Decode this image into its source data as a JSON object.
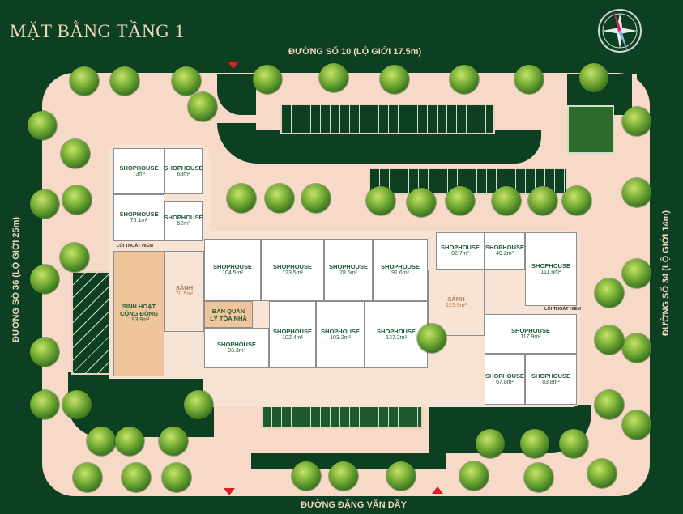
{
  "title": "MẶT BẰNG TẦNG 1",
  "roads": {
    "top": "ĐƯỜNG SỐ 10 (LỘ GIỚI 17.5m)",
    "bottom": "ĐƯỜNG ĐẶNG VĂN DẦY",
    "left": "ĐƯỜNG SỐ 36 (LỘ GIỚI 25m)",
    "right": "ĐƯỜNG SỐ 34 (LỘ GIỚI 14m)"
  },
  "exit_label": "LỐI THOÁT HIỂM",
  "rooms": [
    {
      "name": "SHOPHOUSE",
      "area": "73m²"
    },
    {
      "name": "SHOPHOUSE",
      "area": "68m²"
    },
    {
      "name": "SHOPHOUSE",
      "area": "76.1m²"
    },
    {
      "name": "SHOPHOUSE",
      "area": "52m²"
    },
    {
      "name": "SINH HOẠT CỘNG ĐỒNG",
      "area": "193.9m²"
    },
    {
      "name": "SẢNH",
      "area": "70.5m²"
    },
    {
      "name": "SHOPHOUSE",
      "area": "104.5m²"
    },
    {
      "name": "BAN QUẢN LÝ TÒA NHÀ",
      "area": ""
    },
    {
      "name": "SHOPHOUSE",
      "area": "93.3m²"
    },
    {
      "name": "SHOPHOUSE",
      "area": "123.5m²"
    },
    {
      "name": "SHOPHOUSE",
      "area": "78.6m²"
    },
    {
      "name": "SHOPHOUSE",
      "area": "91.6m²"
    },
    {
      "name": "SHOPHOUSE",
      "area": "102.4m²"
    },
    {
      "name": "SHOPHOUSE",
      "area": "103.2m²"
    },
    {
      "name": "SHOPHOUSE",
      "area": "137.2m²"
    },
    {
      "name": "SHOPHOUSE",
      "area": "82.7m²"
    },
    {
      "name": "SHOPHOUSE",
      "area": "40.2m²"
    },
    {
      "name": "SHOPHOUSE",
      "area": "111.6m²"
    },
    {
      "name": "SẢNH",
      "area": "123.9m²"
    },
    {
      "name": "SHOPHOUSE",
      "area": "117.9m²"
    },
    {
      "name": "SHOPHOUSE",
      "area": "67.8m²"
    },
    {
      "name": "SHOPHOUSE",
      "area": "83.8m²"
    }
  ],
  "colors": {
    "background": "#0d3f23",
    "site": "#f6d9c6",
    "community": "#f0c59b",
    "entrance_marker": "#d81f26"
  }
}
